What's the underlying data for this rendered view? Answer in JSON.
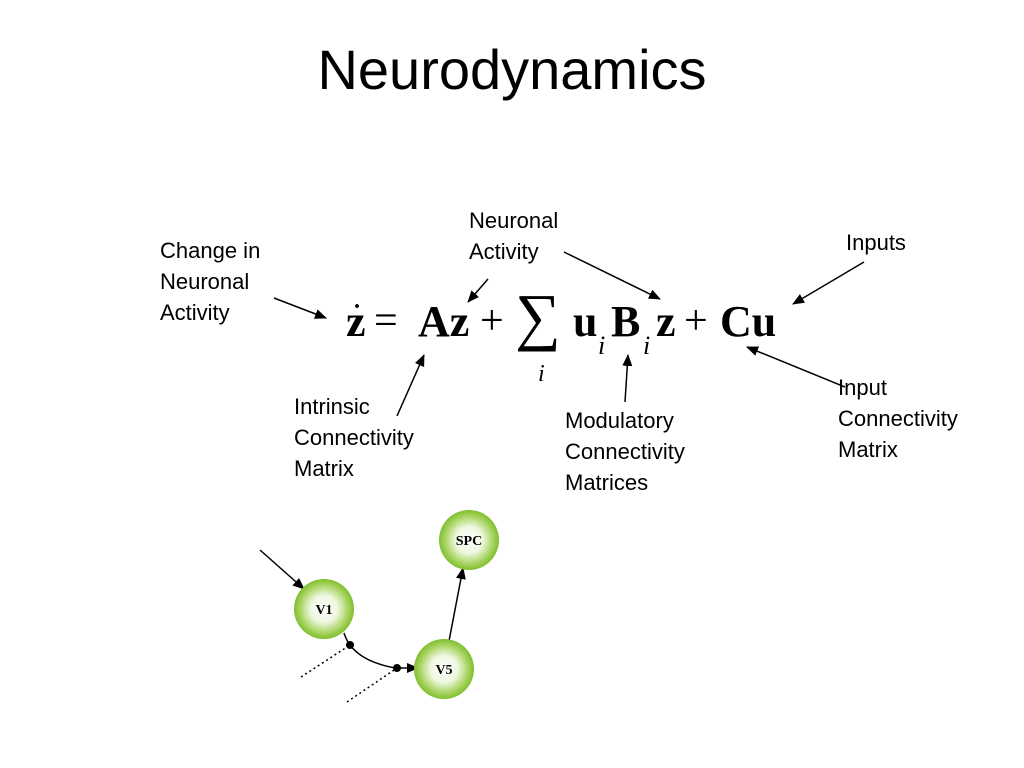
{
  "title": "Neurodynamics",
  "labels": {
    "change": "Change in\nNeuronal\nActivity",
    "neuronal": "Neuronal\nActivity",
    "inputs": "Inputs",
    "intrinsic": "Intrinsic\nConnectivity\nMatrix",
    "modulatory": "Modulatory\nConnectivity\nMatrices",
    "input_conn": "Input\nConnectivity\nMatrix"
  },
  "equation": {
    "zdot": "z",
    "equals": "=",
    "Az": "Az",
    "plus1": "+",
    "sum": "∑",
    "sum_index": "i",
    "u": "u",
    "u_sub": "i",
    "B": "B",
    "B_sub": "i",
    "z": "z",
    "plus2": "+",
    "Cu": "Cu"
  },
  "nodes": {
    "spc": "SPC",
    "v1": "V1",
    "v5": "V5"
  },
  "colors": {
    "node_outer": "#8cc63f",
    "node_inner": "#ffffff"
  }
}
